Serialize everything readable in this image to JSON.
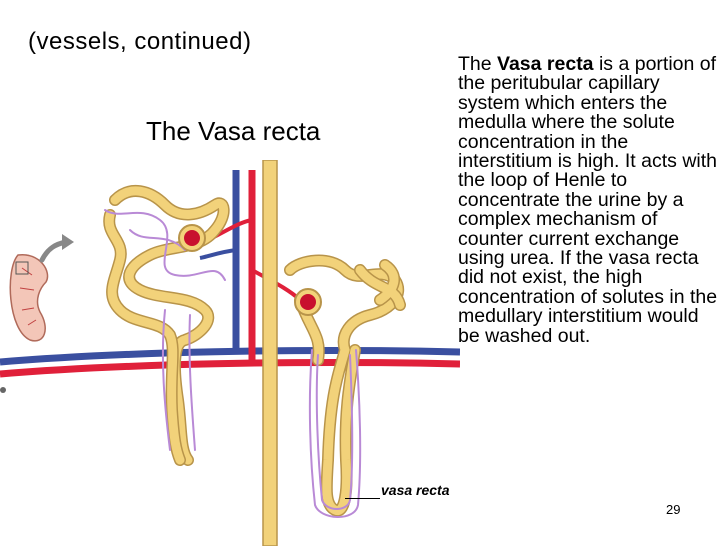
{
  "slide": {
    "header": "(vessels, continued)",
    "diagram_title": "The Vasa recta",
    "description": {
      "prefix": "The ",
      "bold_term": "Vasa recta",
      "body": " is a portion of the peritubular capillary system which enters the medulla where the solute concentration in the interstitium is high. It acts with the loop of Henle to concentrate the urine by a complex mechanism of counter current exchange using urea. If the vasa recta did not exist, the high concentration of solutes in the medullary interstitium would be washed out."
    },
    "caption": "vasa recta",
    "page_number": "29"
  },
  "colors": {
    "artery": "#e0203a",
    "vein": "#3a4fa0",
    "tubule": "#f2d27a",
    "tubule_outline": "#b8944a",
    "capillary": "#b98ad6"
  },
  "icons": [
    "kidney-thumbnail-icon",
    "pointer-arrow-icon"
  ]
}
